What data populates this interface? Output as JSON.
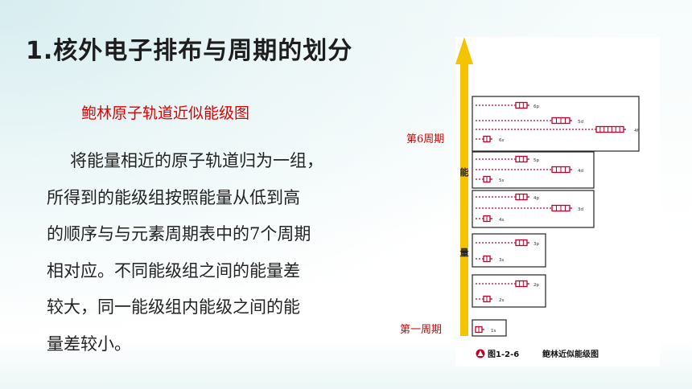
{
  "slide": {
    "title": "1.核外电子排布与周期的划分",
    "subtitle": "鲍林原子轨道近似能级图",
    "paragraph": "将能量相近的原子轨道归为一组，所得到的能级组按照能量从低到高的顺序与与元素周期表中的7个周期相对应。不同能级组之间的能量差较大，同一能级组内能级之间的能量差较小。",
    "paragraph_lines": [
      "将能量相近的原子轨道归为一组，",
      "所得到的能级组按照能量从低到高",
      "的顺序与与元素周期表中的7个周期",
      "相对应。不同能级组之间的能量差",
      "较大，同一能级组内能级之间的能",
      "量差较小。"
    ],
    "label_period6": "第6周期",
    "label_period1": "第一周期"
  },
  "figure": {
    "axis_chars": [
      "能",
      "量"
    ],
    "caption_number": "图1-2-6",
    "caption_text": "鲍林近似能级图",
    "groups": [
      {
        "orbitals": [
          {
            "label": "6p"
          },
          {
            "label": "5d"
          },
          {
            "label": "4f"
          },
          {
            "label": "6s"
          }
        ]
      },
      {
        "orbitals": [
          {
            "label": "5p"
          },
          {
            "label": "4d"
          },
          {
            "label": "5s"
          }
        ]
      },
      {
        "orbitals": [
          {
            "label": "4p"
          },
          {
            "label": "3d"
          },
          {
            "label": "4s"
          }
        ]
      },
      {
        "orbitals": [
          {
            "label": "3p"
          },
          {
            "label": "3s"
          }
        ]
      },
      {
        "orbitals": [
          {
            "label": "2p"
          },
          {
            "label": "2s"
          }
        ]
      },
      {
        "orbitals": [
          {
            "label": "1s"
          }
        ]
      }
    ],
    "colors": {
      "arrow": "#f5c400",
      "orbital": "#c0002a",
      "frame": "#222222"
    }
  }
}
